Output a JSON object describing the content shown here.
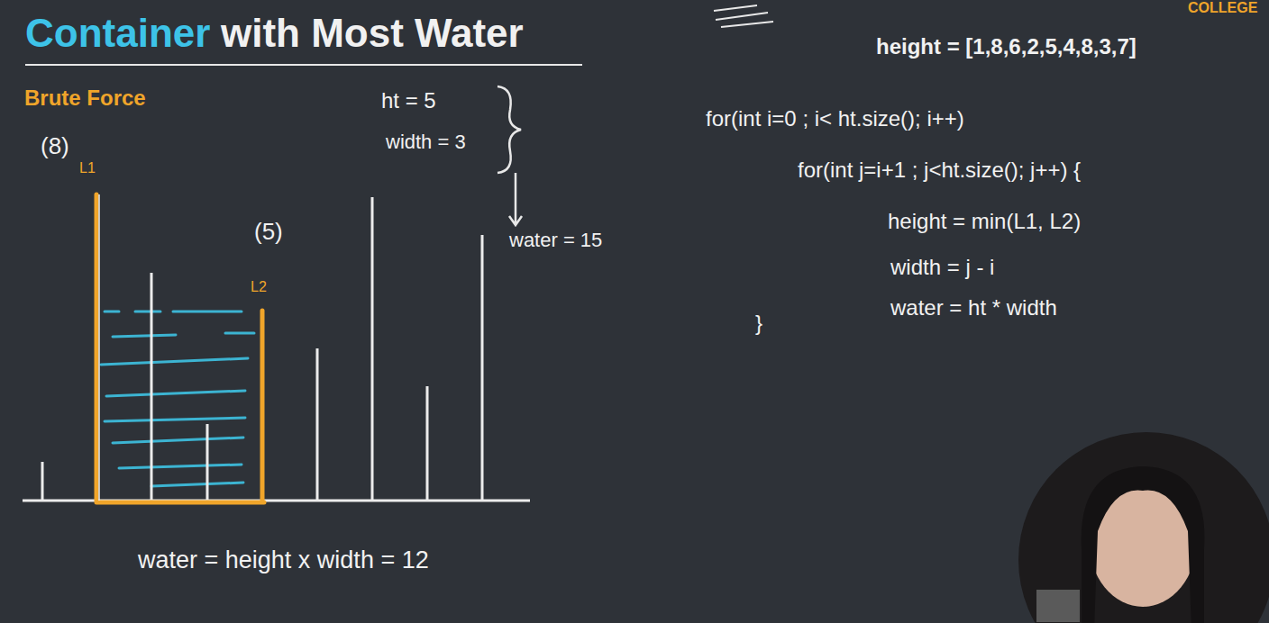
{
  "diagram": {
    "labels": [
      "COLLEGE",
      "Container",
      "with Most Water",
      "Brute Force",
      "(8)",
      "L1",
      "(5)",
      "L2",
      "ht = 5",
      "width = 3",
      "water = 15",
      "water = height x width = 12",
      "height = [1,8,6,2,5,4,8,3,7]",
      "for(int i=0 ; i< ht.size(); i++)",
      "for(int j=i+1 ; j<ht.size(); j++) {",
      "height = min(L1, L2)",
      "width = j - i",
      "water = ht * width",
      "}"
    ]
  }
}
